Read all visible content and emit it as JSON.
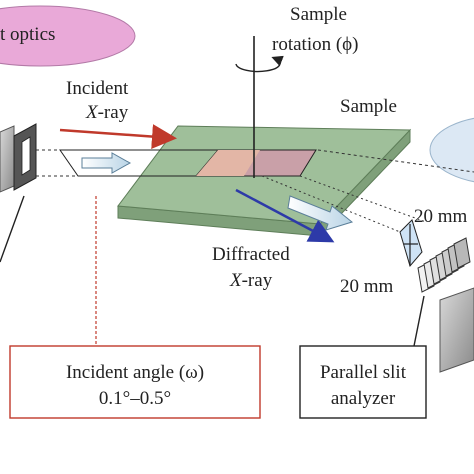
{
  "labels": {
    "optics": "t optics",
    "incident_line1": "Incident",
    "incident_italic": "X",
    "incident_rest": "-ray",
    "sample_rotation_line1": "Sample",
    "sample_rotation_line2": "rotation (ϕ)",
    "sample": "Sample",
    "diffracted_line1": "Diffracted",
    "diffracted_italic": "X",
    "diffracted_rest": "-ray",
    "mm_top": "20 mm",
    "mm_bottom": "20 mm"
  },
  "boxes": {
    "incident_angle_line1": "Incident angle (ω)",
    "incident_angle_line2": "0.1°–0.5°",
    "parallel_slit_line1": "Parallel slit",
    "parallel_slit_line2": "analyzer"
  },
  "colors": {
    "sample_plate": "#9fbf9a",
    "sample_plate_dark": "#7fa07a",
    "incident_arrow": "#c0392b",
    "diffracted_arrow": "#2d3aa8",
    "optics_ellipse": "#e9a9d8",
    "detector_ellipse": "#dce8f4",
    "illuminated_area": "#c9a0a8",
    "callout_red": "#c0392b"
  }
}
